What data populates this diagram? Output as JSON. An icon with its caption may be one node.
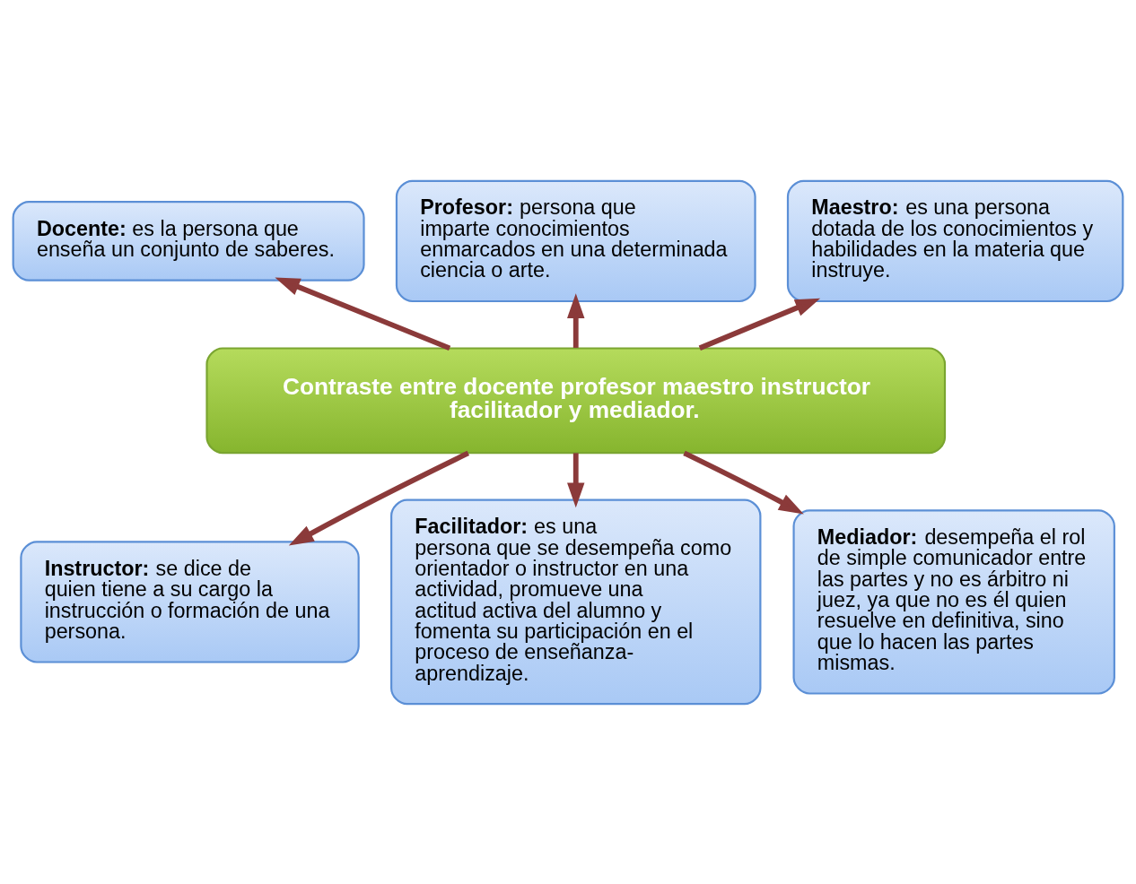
{
  "diagram": {
    "nodes": [
      {
        "text": [
          "**Docente:** es la persona que enseña un conjunto de saberes."
        ]
      },
      {
        "text": [
          "**Profesor:** persona que imparte conocimientos enmarcados en una determinada ciencia o arte."
        ]
      },
      {
        "text": [
          "**Maestro:** es una persona dotada de los conocimientos y habilidades en la materia que instruye."
        ]
      },
      {
        "text": [
          "Contraste entre docente profesor maestro instructor facilitador y mediador."
        ]
      },
      {
        "text": [
          "**Instructor:** se dice de quien tiene a su cargo la instrucción o formación de una persona."
        ]
      },
      {
        "text": [
          "**Facilitador:** es una persona que se desempeña como orientador o instructor en una actividad, promueve una actitud activa del alumno y fomenta su participación en el proceso de enseñanza-aprendizaje."
        ]
      },
      {
        "text": [
          "**Mediador:** desempeña el rol de simple comunicador entre las partes y no es árbitro ni juez, ya que no es él quien resuelve en definitiva, sino que lo hacen las partes mismas."
        ]
      }
    ],
    "edges": [
      {
        "from": 3,
        "to": 0,
        "arrow": "to"
      },
      {
        "from": 3,
        "to": 1,
        "arrow": "to"
      },
      {
        "from": 3,
        "to": 2,
        "arrow": "to"
      },
      {
        "from": 3,
        "to": 4,
        "arrow": "to"
      },
      {
        "from": 3,
        "to": 5,
        "arrow": "to"
      },
      {
        "from": 3,
        "to": 6,
        "arrow": "to"
      }
    ]
  }
}
